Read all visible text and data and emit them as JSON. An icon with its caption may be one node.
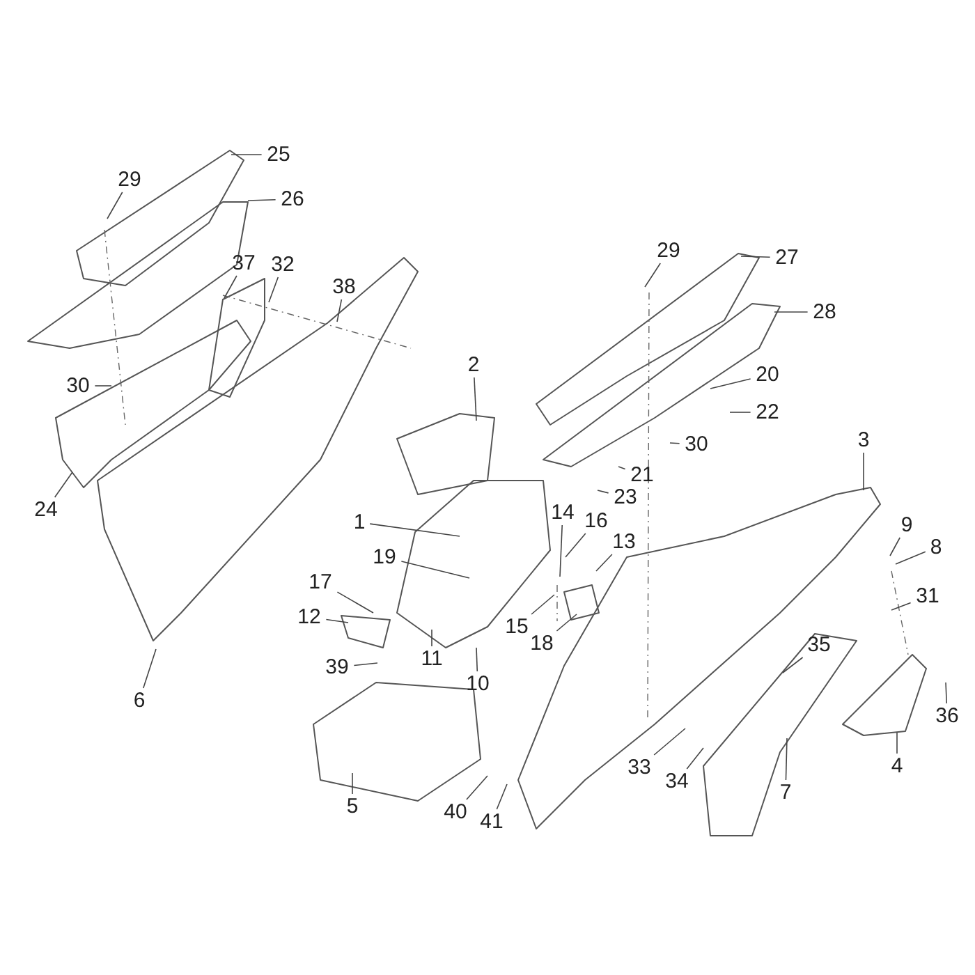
{
  "diagram": {
    "nodes": [
      {
        "text": [
          "25"
        ]
      },
      {
        "text": [
          "29"
        ]
      },
      {
        "text": [
          "26"
        ]
      },
      {
        "text": [
          "29"
        ]
      },
      {
        "text": [
          "27"
        ]
      },
      {
        "text": [
          "37"
        ]
      },
      {
        "text": [
          "32"
        ]
      },
      {
        "text": [
          "38"
        ]
      },
      {
        "text": [
          "28"
        ]
      },
      {
        "text": [
          "2"
        ]
      },
      {
        "text": [
          "20"
        ]
      },
      {
        "text": [
          "30"
        ]
      },
      {
        "text": [
          "22"
        ]
      },
      {
        "text": [
          "3"
        ]
      },
      {
        "text": [
          "30"
        ]
      },
      {
        "text": [
          "21"
        ]
      },
      {
        "text": [
          "23"
        ]
      },
      {
        "text": [
          "24"
        ]
      },
      {
        "text": [
          "14"
        ]
      },
      {
        "text": [
          "16"
        ]
      },
      {
        "text": [
          "1"
        ]
      },
      {
        "text": [
          "9"
        ]
      },
      {
        "text": [
          "13"
        ]
      },
      {
        "text": [
          "8"
        ]
      },
      {
        "text": [
          "19"
        ]
      },
      {
        "text": [
          "17"
        ]
      },
      {
        "text": [
          "31"
        ]
      },
      {
        "text": [
          "12"
        ]
      },
      {
        "text": [
          "15"
        ]
      },
      {
        "text": [
          "18"
        ]
      },
      {
        "text": [
          "35"
        ]
      },
      {
        "text": [
          "11"
        ]
      },
      {
        "text": [
          "39"
        ]
      },
      {
        "text": [
          "10"
        ]
      },
      {
        "text": [
          "6"
        ]
      },
      {
        "text": [
          "36"
        ]
      },
      {
        "text": [
          "4"
        ]
      },
      {
        "text": [
          "33"
        ]
      },
      {
        "text": [
          "34"
        ]
      },
      {
        "text": [
          "7"
        ]
      },
      {
        "text": [
          "5"
        ]
      },
      {
        "text": [
          "40"
        ]
      },
      {
        "text": [
          "41"
        ]
      }
    ],
    "edges": [
      {
        "from": 0,
        "to": null,
        "arrow": "none"
      },
      {
        "from": 1,
        "to": null,
        "arrow": "none"
      },
      {
        "from": 2,
        "to": null,
        "arrow": "none"
      },
      {
        "from": 3,
        "to": null,
        "arrow": "none"
      },
      {
        "from": 4,
        "to": null,
        "arrow": "none"
      },
      {
        "from": 5,
        "to": null,
        "arrow": "none"
      },
      {
        "from": 6,
        "to": null,
        "arrow": "none"
      },
      {
        "from": 7,
        "to": null,
        "arrow": "none"
      },
      {
        "from": 8,
        "to": null,
        "arrow": "none"
      },
      {
        "from": 9,
        "to": null,
        "arrow": "none"
      },
      {
        "from": 10,
        "to": null,
        "arrow": "none"
      },
      {
        "from": 11,
        "to": null,
        "arrow": "none"
      },
      {
        "from": 12,
        "to": null,
        "arrow": "none"
      },
      {
        "from": 13,
        "to": null,
        "arrow": "none"
      },
      {
        "from": 14,
        "to": null,
        "arrow": "none"
      },
      {
        "from": 15,
        "to": null,
        "arrow": "none"
      },
      {
        "from": 16,
        "to": null,
        "arrow": "none"
      },
      {
        "from": 17,
        "to": null,
        "arrow": "none"
      },
      {
        "from": 18,
        "to": null,
        "arrow": "none"
      },
      {
        "from": 19,
        "to": null,
        "arrow": "none"
      },
      {
        "from": 20,
        "to": null,
        "arrow": "none"
      },
      {
        "from": 21,
        "to": null,
        "arrow": "none"
      },
      {
        "from": 22,
        "to": null,
        "arrow": "none"
      },
      {
        "from": 23,
        "to": null,
        "arrow": "none"
      },
      {
        "from": 24,
        "to": null,
        "arrow": "none"
      },
      {
        "from": 25,
        "to": null,
        "arrow": "none"
      },
      {
        "from": 26,
        "to": null,
        "arrow": "none"
      },
      {
        "from": 27,
        "to": null,
        "arrow": "none"
      },
      {
        "from": 28,
        "to": null,
        "arrow": "none"
      },
      {
        "from": 29,
        "to": null,
        "arrow": "none"
      },
      {
        "from": 30,
        "to": null,
        "arrow": "none"
      },
      {
        "from": 31,
        "to": null,
        "arrow": "none"
      },
      {
        "from": 32,
        "to": null,
        "arrow": "none"
      },
      {
        "from": 33,
        "to": null,
        "arrow": "none"
      },
      {
        "from": 34,
        "to": null,
        "arrow": "none"
      },
      {
        "from": 35,
        "to": null,
        "arrow": "none"
      },
      {
        "from": 36,
        "to": null,
        "arrow": "none"
      },
      {
        "from": 37,
        "to": null,
        "arrow": "none"
      },
      {
        "from": 38,
        "to": null,
        "arrow": "none"
      },
      {
        "from": 39,
        "to": null,
        "arrow": "none"
      },
      {
        "from": 40,
        "to": null,
        "arrow": "none"
      },
      {
        "from": 41,
        "to": null,
        "arrow": "none"
      },
      {
        "from": 42,
        "to": null,
        "arrow": "none"
      }
    ]
  }
}
